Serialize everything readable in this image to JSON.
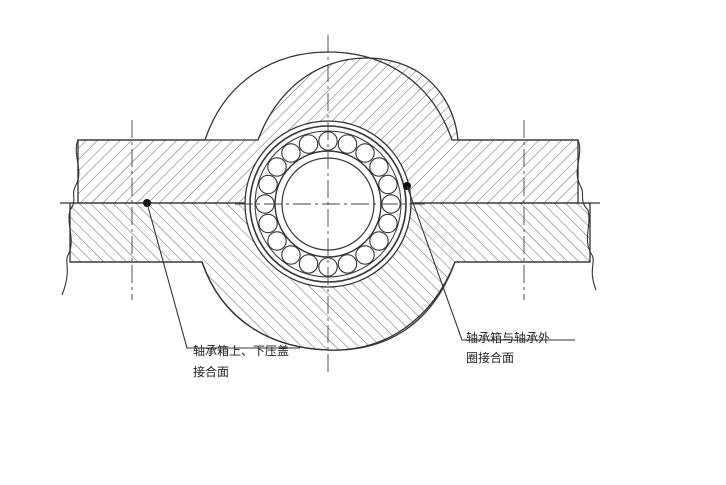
{
  "annotations": {
    "left": {
      "line1": "轴承箱上、下压盖",
      "line2": "接合面"
    },
    "right": {
      "line1": "轴承箱与轴承外",
      "line2": "圈接合面"
    }
  },
  "colors": {
    "stroke": "#333333",
    "hatch": "#555555",
    "background": "#ffffff"
  },
  "rollers": {
    "count": 20
  }
}
